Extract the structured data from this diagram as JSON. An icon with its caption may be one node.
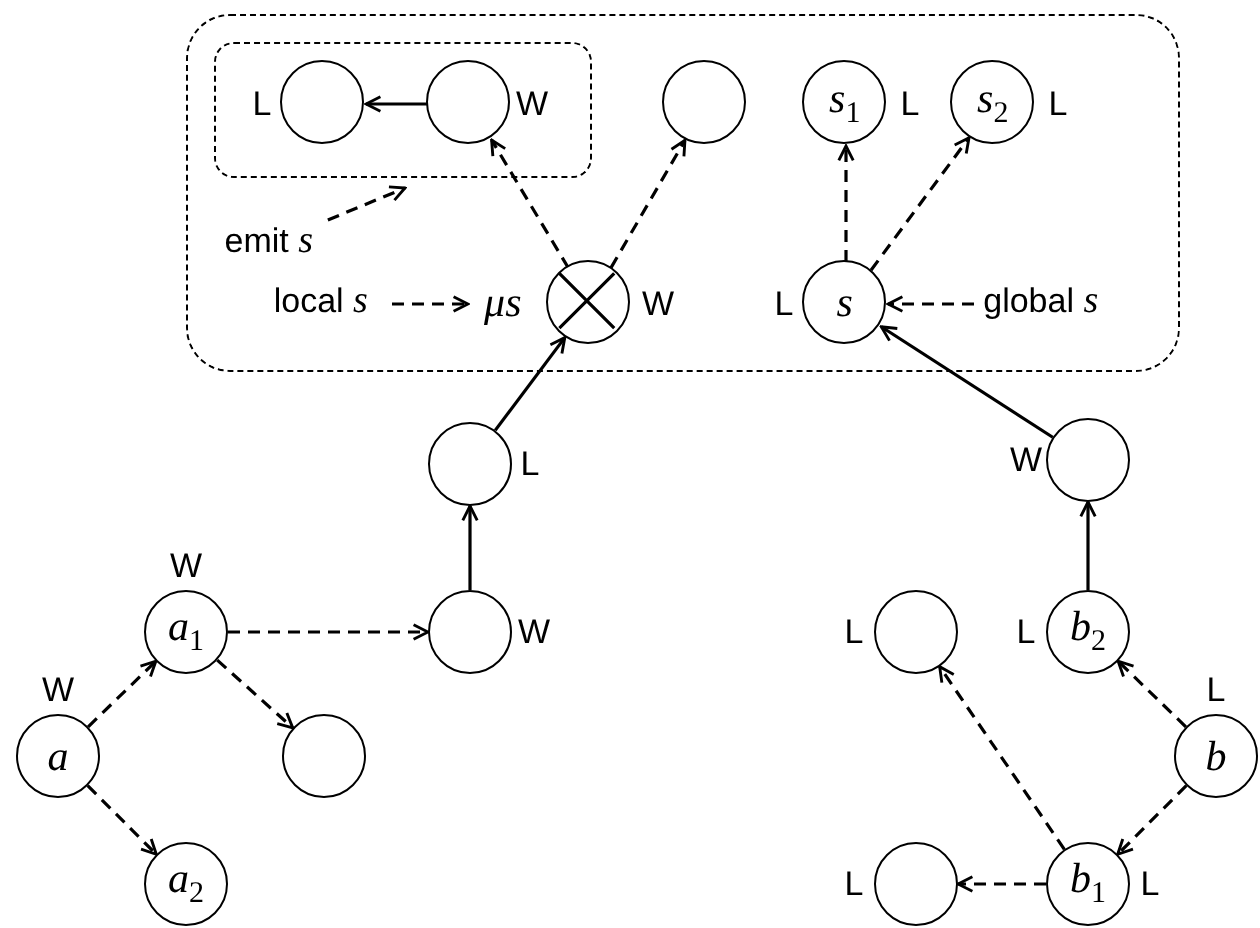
{
  "diagram": {
    "nodes": [
      {
        "text": [],
        "shape": "box"
      },
      {
        "text": [],
        "shape": "box",
        "in": 0
      },
      {
        "text": [],
        "shape": "circle",
        "in": 1,
        "beside": [
          "L"
        ]
      },
      {
        "text": [],
        "shape": "circle",
        "in": 1,
        "beside": [
          "W"
        ]
      },
      {
        "text": [],
        "shape": "circle",
        "in": 0
      },
      {
        "text": [
          "s$_{1}$"
        ],
        "in": 0,
        "beside": [
          "L"
        ]
      },
      {
        "text": [
          "s$_{2}$"
        ],
        "in": 0,
        "beside": [
          "L"
        ]
      },
      {
        "text": [
          "emit *s*"
        ],
        "in": 0
      },
      {
        "text": [
          "local *s*"
        ],
        "in": 0
      },
      {
        "text": [
          "μs"
        ],
        "in": 0
      },
      {
        "text": [],
        "shape": "multiplier",
        "in": 0,
        "beside": [
          "W"
        ]
      },
      {
        "text": [
          "s"
        ],
        "in": 0,
        "beside": [
          "L"
        ]
      },
      {
        "text": [
          "global *s*"
        ],
        "in": 0
      },
      {
        "text": [],
        "shape": "circle",
        "beside": [
          "L"
        ]
      },
      {
        "text": [],
        "shape": "circle",
        "beside": [
          "W"
        ]
      },
      {
        "text": [],
        "shape": "circle",
        "beside": [
          "W"
        ]
      },
      {
        "text": [
          "a$_{1}$"
        ],
        "beside": [
          "W"
        ]
      },
      {
        "text": [
          "a"
        ],
        "beside": [
          "W"
        ]
      },
      {
        "text": [],
        "shape": "circle"
      },
      {
        "text": [
          "a$_{2}$"
        ]
      },
      {
        "text": [],
        "shape": "circle",
        "beside": [
          "L"
        ]
      },
      {
        "text": [
          "b$_{2}$"
        ],
        "beside": [
          "L"
        ]
      },
      {
        "text": [
          "b"
        ],
        "beside": [
          "L"
        ]
      },
      {
        "text": [],
        "shape": "circle",
        "beside": [
          "L"
        ]
      },
      {
        "text": [
          "b$_{1}$"
        ],
        "beside": [
          "L"
        ]
      }
    ],
    "edges": [
      {
        "from": 3,
        "to": 2,
        "arrow": "to"
      },
      {
        "from": 10,
        "to": 3,
        "arrow": "to",
        "style": "dashed"
      },
      {
        "from": 10,
        "to": 4,
        "arrow": "to",
        "style": "dashed"
      },
      {
        "from": 13,
        "to": 10,
        "arrow": "to"
      },
      {
        "from": 7,
        "to": 1,
        "arrow": "to",
        "style": "dashed"
      },
      {
        "from": 8,
        "to": 9,
        "arrow": "to",
        "style": "dashed"
      },
      {
        "from": 11,
        "to": 5,
        "arrow": "to",
        "style": "dashed"
      },
      {
        "from": 11,
        "to": 6,
        "arrow": "to",
        "style": "dashed"
      },
      {
        "from": 12,
        "to": 11,
        "arrow": "to",
        "style": "dashed"
      },
      {
        "from": 14,
        "to": 11,
        "arrow": "to"
      },
      {
        "from": 15,
        "to": 13,
        "arrow": "to"
      },
      {
        "from": 16,
        "to": 15,
        "arrow": "to",
        "style": "dashed"
      },
      {
        "from": 17,
        "to": 16,
        "arrow": "to",
        "style": "dashed"
      },
      {
        "from": 17,
        "to": 19,
        "arrow": "to",
        "style": "dashed"
      },
      {
        "from": 16,
        "to": 18,
        "arrow": "to",
        "style": "dashed"
      },
      {
        "from": 21,
        "to": 14,
        "arrow": "to"
      },
      {
        "from": 22,
        "to": 21,
        "arrow": "to",
        "style": "dashed"
      },
      {
        "from": 22,
        "to": 24,
        "arrow": "to",
        "style": "dashed"
      },
      {
        "from": 24,
        "to": 20,
        "arrow": "to",
        "style": "dashed"
      },
      {
        "from": 24,
        "to": 23,
        "arrow": "to",
        "style": "dashed"
      }
    ]
  }
}
